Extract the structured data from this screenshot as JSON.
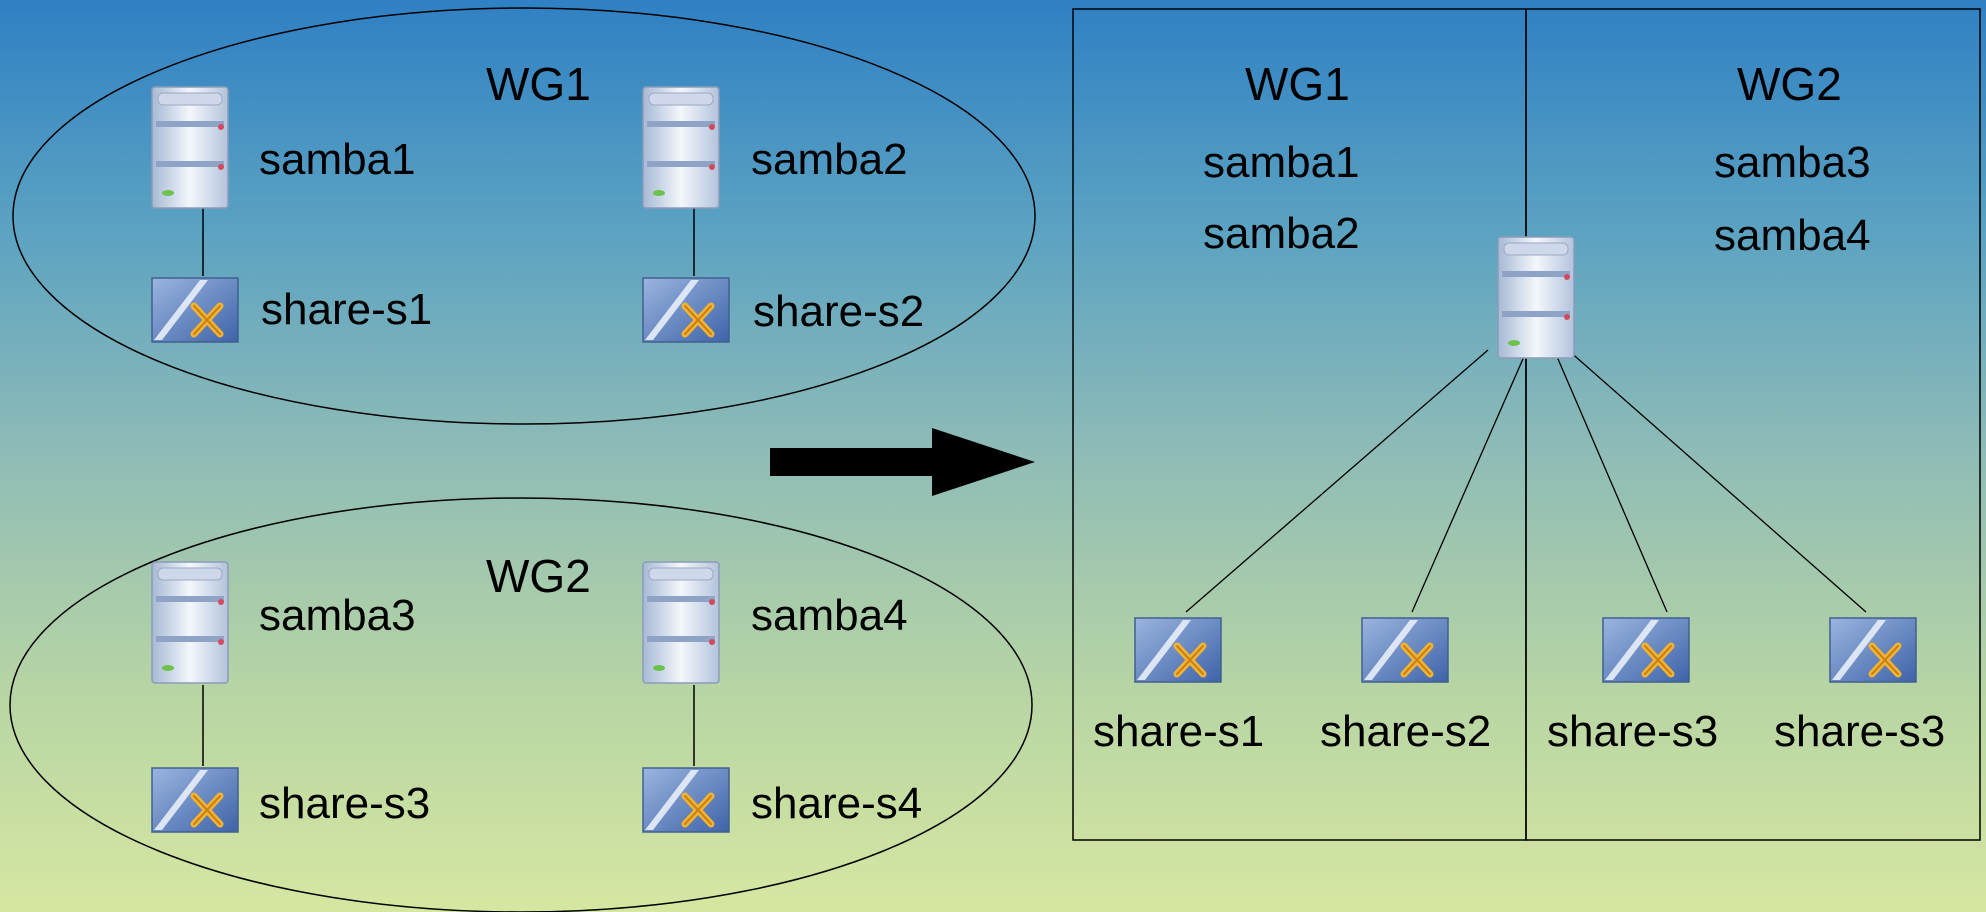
{
  "left": {
    "wg1": {
      "title": "WG1",
      "servers": [
        {
          "name": "samba1",
          "share": "share-s1"
        },
        {
          "name": "samba2",
          "share": "share-s2"
        }
      ]
    },
    "wg2": {
      "title": "WG2",
      "servers": [
        {
          "name": "samba3",
          "share": "share-s3"
        },
        {
          "name": "samba4",
          "share": "share-s4"
        }
      ]
    }
  },
  "right": {
    "wg1": {
      "title": "WG1",
      "servers": [
        "samba1",
        "samba2"
      ]
    },
    "wg2": {
      "title": "WG2",
      "servers": [
        "samba3",
        "samba4"
      ]
    },
    "shares": [
      "share-s1",
      "share-s2",
      "share-s3",
      "share-s3"
    ]
  },
  "icons": {
    "server": "server-icon",
    "share": "network-share-icon",
    "arrow": "arrow-right-icon"
  },
  "colors": {
    "sky_top": "#2f80c4",
    "sky_bottom": "#d6e7a1",
    "stroke": "#000000"
  }
}
